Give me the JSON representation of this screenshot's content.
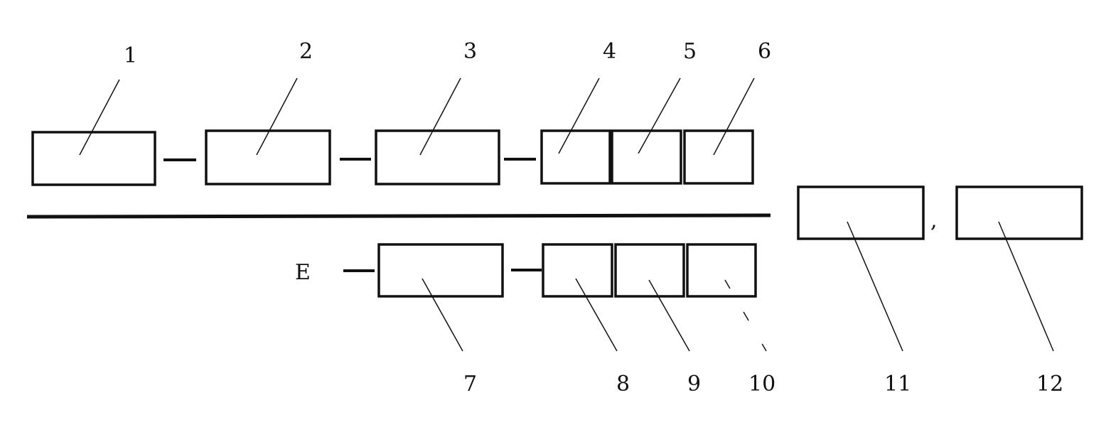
{
  "labels": {
    "n1": "1",
    "n2": "2",
    "n3": "3",
    "n4": "4",
    "n5": "5",
    "n6": "6",
    "n7": "7",
    "n8": "8",
    "n9": "9",
    "n10": "10",
    "n11": "11",
    "n12": "12",
    "e": "E",
    "comma": ","
  }
}
